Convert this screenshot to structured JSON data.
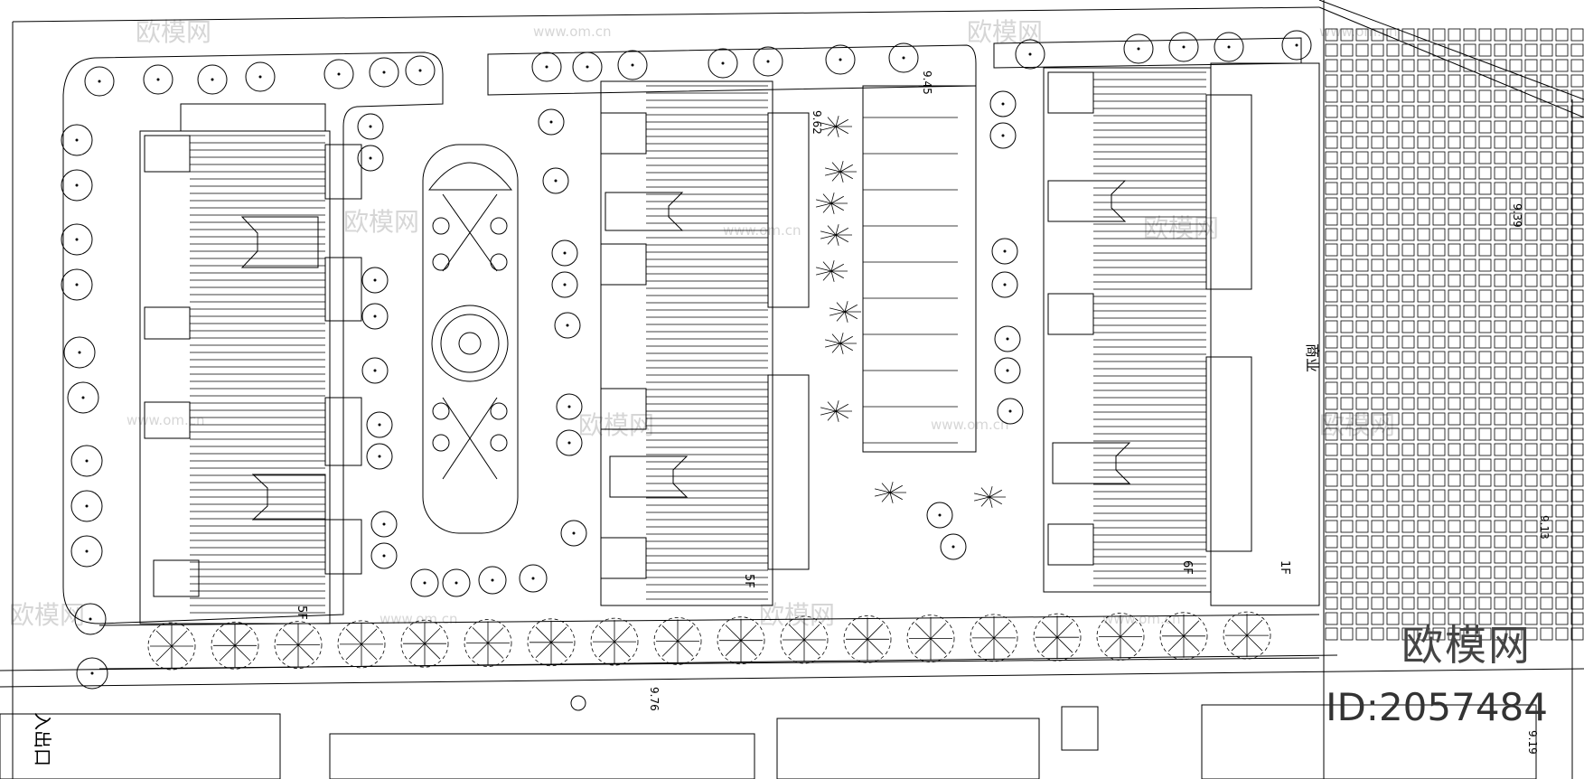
{
  "labels": {
    "commercial": "商业",
    "entrance": "入出口",
    "floors_5f": "5F",
    "floors_6f": "6F",
    "floors_1f": "1F"
  },
  "elevations": {
    "e1": "9.45",
    "e2": "9.39",
    "e3": "9.13",
    "e4": "9.76",
    "e5": "9.19",
    "e6": "9.62"
  },
  "watermark": {
    "site": "www.om.cn",
    "brand": "欧模网"
  },
  "brand_mark": {
    "name": "欧模网",
    "id": "ID:2057484"
  },
  "colors": {
    "line": "#000000",
    "watermark": "#d6d6d6"
  }
}
